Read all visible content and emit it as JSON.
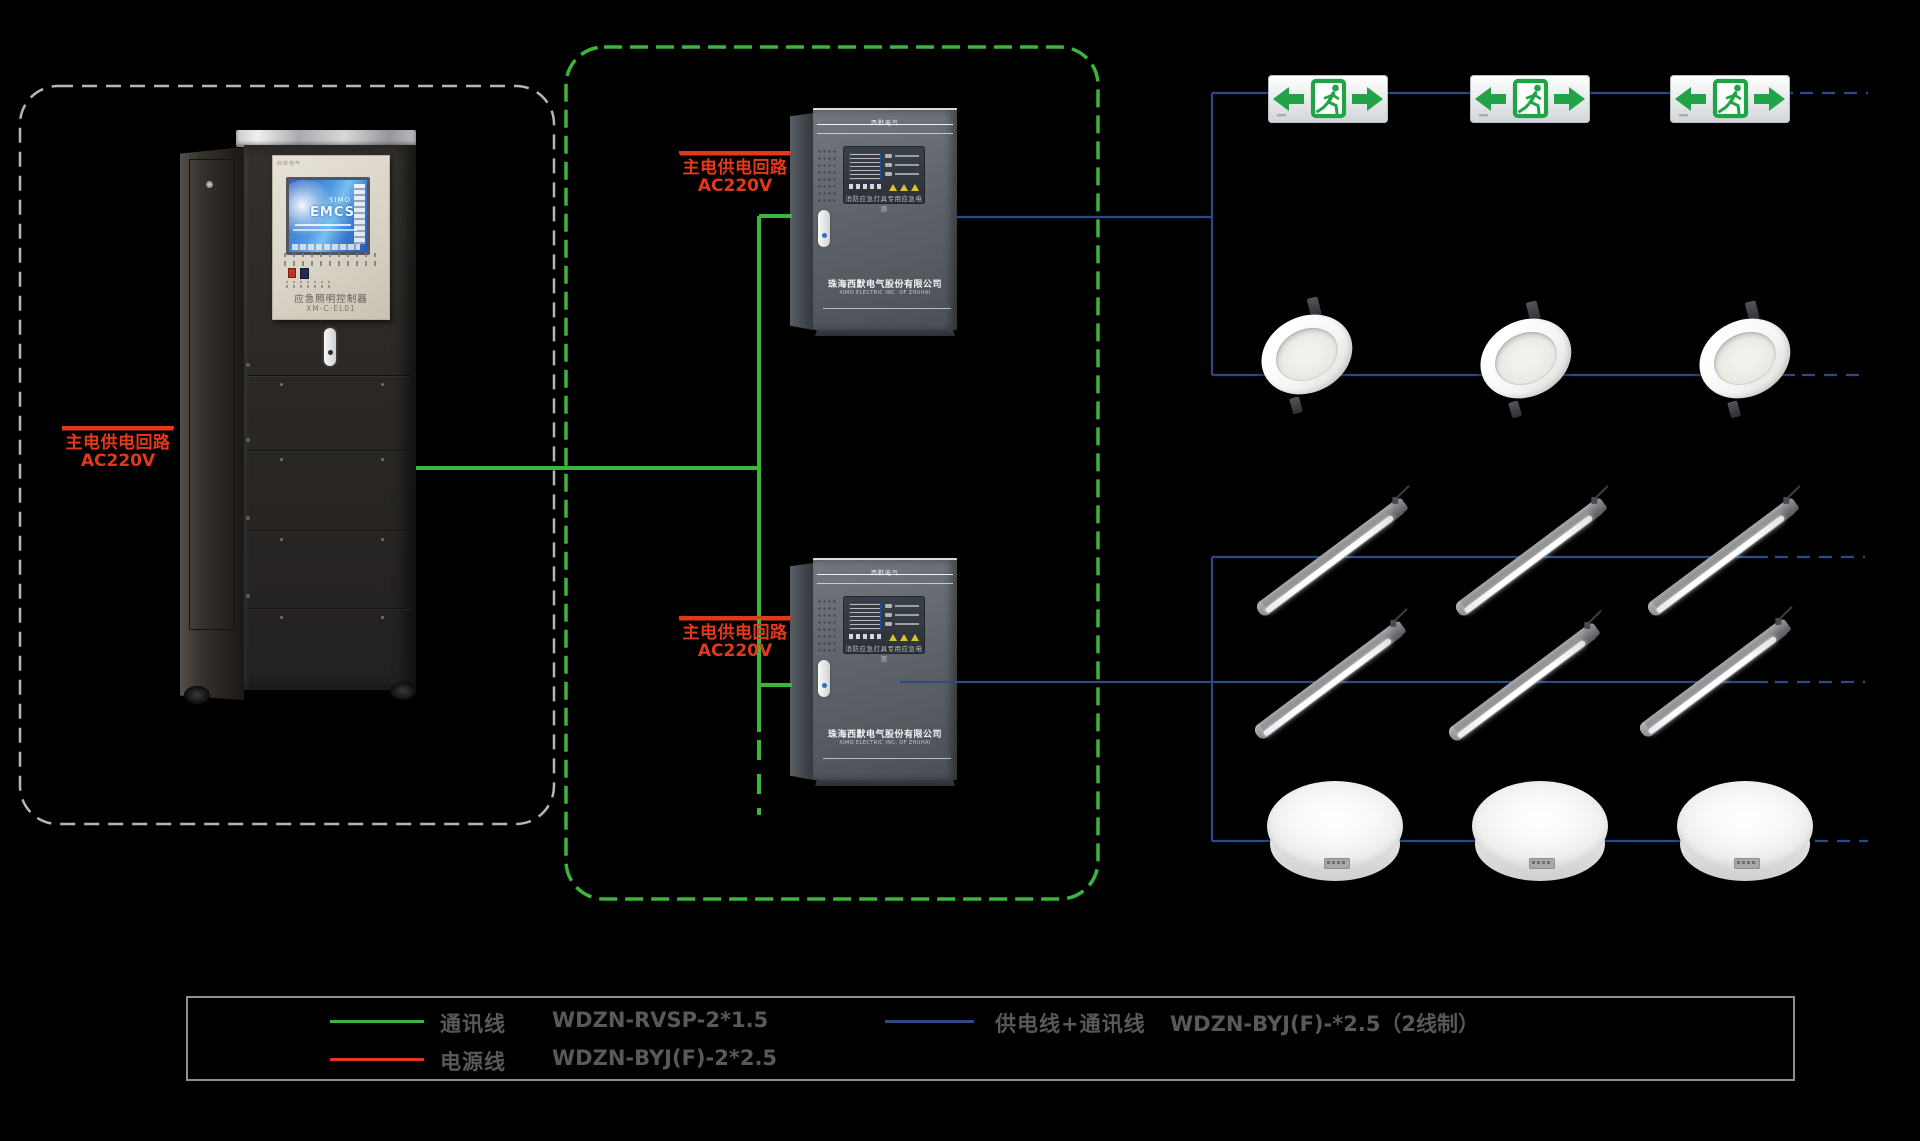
{
  "labels": {
    "mains_left": {
      "line1": "主电供电回路",
      "line2": "AC220V"
    },
    "mains_top": {
      "line1": "主电供电回路",
      "line2": "AC220V"
    },
    "mains_bottom": {
      "line1": "主电供电回路",
      "line2": "AC220V"
    }
  },
  "cabinet": {
    "screen_brand": "SIMO",
    "screen_title": "EMCS",
    "logo": "西默电气",
    "panel_label": "应急照明控制器",
    "panel_model": "XM-C-EL01"
  },
  "distribution_box": {
    "brand": "西默电气",
    "panel_caption": "消防应急灯具专用应急电源",
    "company_cn": "珠海西默电气股份有限公司",
    "company_en": "XIMO ELECTRIC INC. OF ZHUHAI"
  },
  "legend": {
    "items": [
      {
        "id": "comm",
        "color": "#3cb53c",
        "label": "通讯线",
        "spec": "WDZN-RVSP-2*1.5"
      },
      {
        "id": "power",
        "color": "#e2391c",
        "label": "电源线",
        "spec": "WDZN-BYJ(F)-2*2.5"
      },
      {
        "id": "supply_comm",
        "color": "#2d4a87",
        "label": "供电线+通讯线",
        "spec": "WDZN-BYJ(F)-*2.5（2线制）"
      }
    ]
  },
  "colors": {
    "background": "#000000",
    "comm_line": "#3cb53c",
    "power_line": "#e2391c",
    "supply_comm_line": "#2d4a87",
    "controller_group_border": "#b5b5b5",
    "distribution_group_border": "#3cb53c",
    "exit_green": "#21a447"
  }
}
